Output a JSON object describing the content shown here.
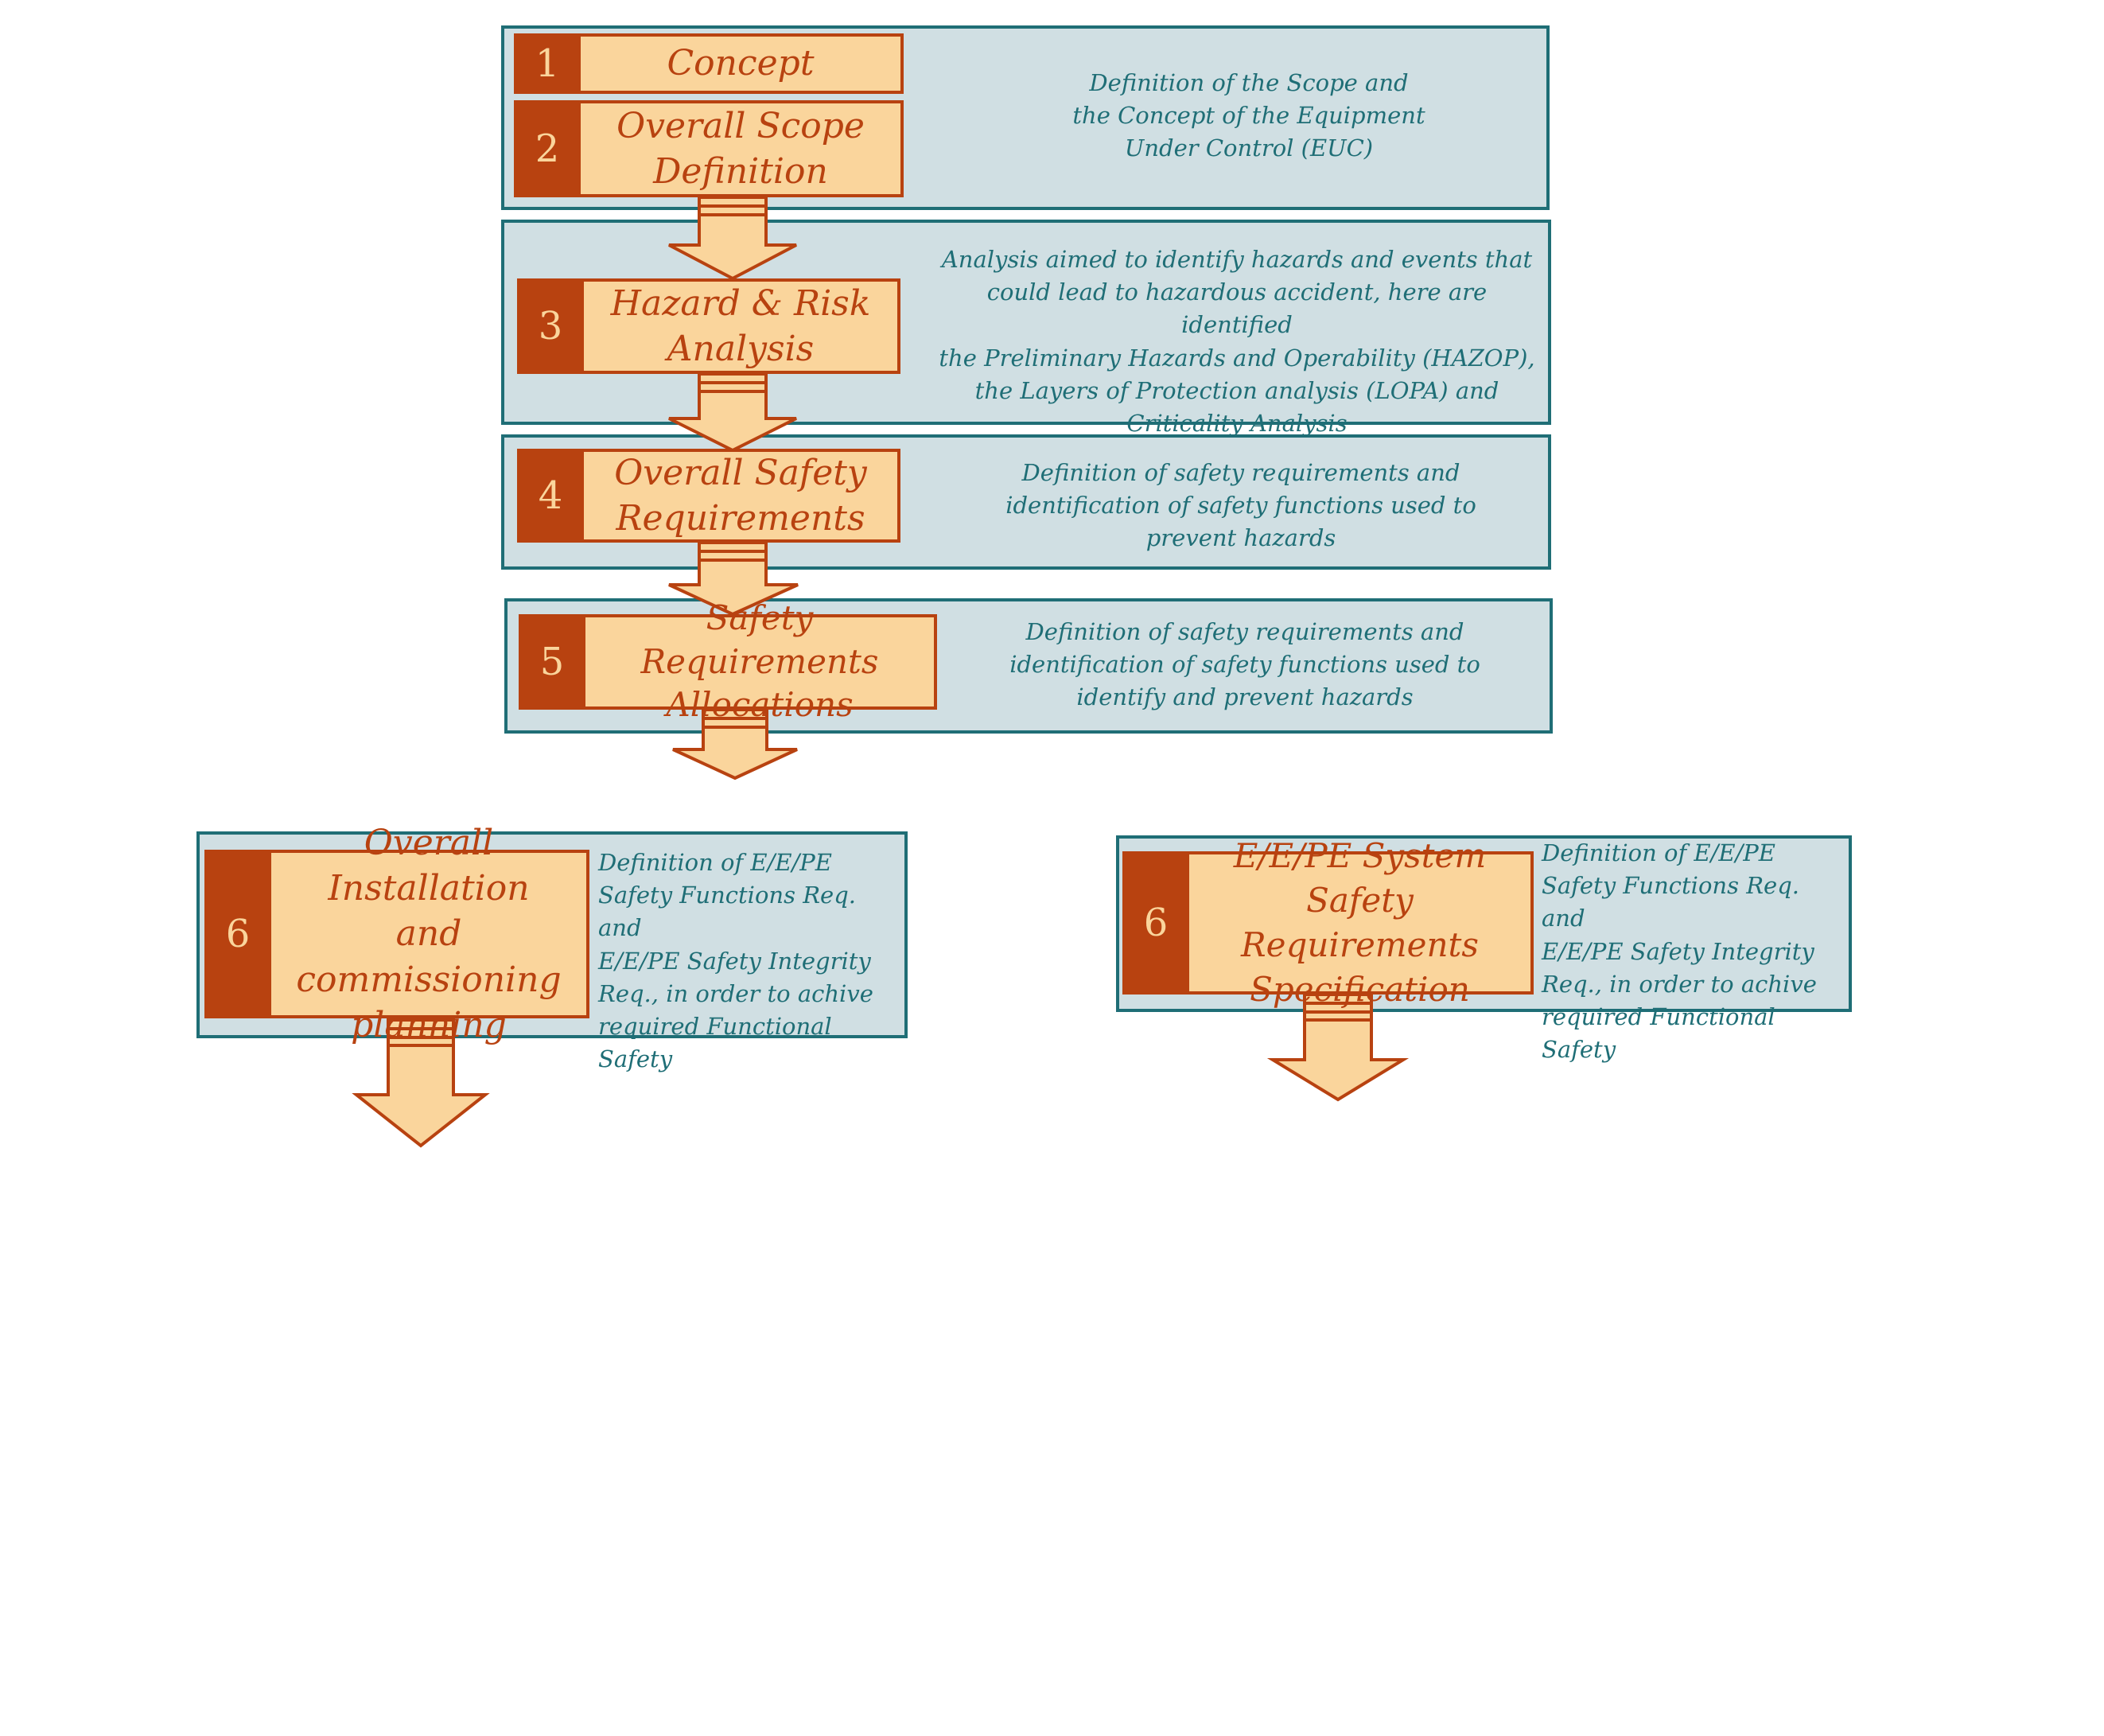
{
  "colors": {
    "panel_fill": "#d0dfe3",
    "panel_border": "#1f6e76",
    "step_fill": "#fad59c",
    "step_accent": "#b84210",
    "description_text": "#1f6e76"
  },
  "steps": [
    {
      "number": "1",
      "label": "Concept"
    },
    {
      "number": "2",
      "label": "Overall Scope\nDefinition"
    },
    {
      "number": "3",
      "label": "Hazard & Risk\nAnalysis"
    },
    {
      "number": "4",
      "label": "Overall  Safety\nRequirements"
    },
    {
      "number": "5",
      "label": "Safety Requirements\nAllocations"
    },
    {
      "number": "6",
      "label": "Overall Installation\nand commissioning\nplanning"
    },
    {
      "number": "6",
      "label": "E/E/PE System\nSafety Requirements\nSpecification"
    }
  ],
  "descriptions": {
    "scope": "Definition of the Scope and\nthe Concept of the Equipment\nUnder Control (EUC)",
    "hazard": "Analysis aimed to identify hazards and  events that\ncould lead to hazardous accident,  here are identified\nthe Preliminary Hazards and Operability (HAZOP),\nthe Layers of Protection analysis (LOPA) and\nCriticality Analysis",
    "safety_req": "Definition of safety requirements and\nidentification of safety functions used to\nprevent hazards",
    "allocation": "Definition of safety requirements and\nidentification of safety functions used to\nidentify and prevent hazards",
    "installation": "Definition of E/E/PE\nSafety Functions Req.  and\nE/E/PE Safety Integrity\nReq.,  in order to achive\nrequired Functional Safety",
    "eepe": "Definition of E/E/PE\nSafety Functions Req.  and\nE/E/PE Safety Integrity\nReq.,  in order to achive\nrequired Functional Safety"
  }
}
